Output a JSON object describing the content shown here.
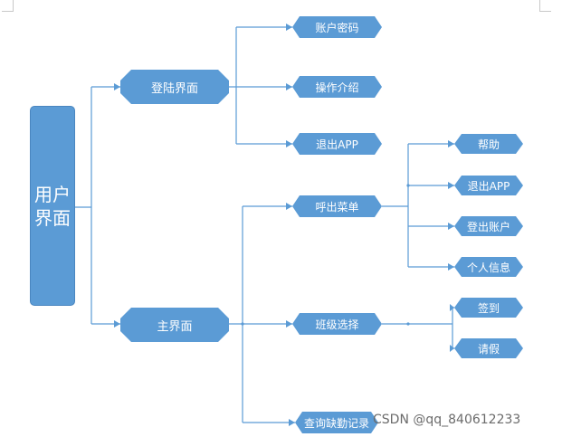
{
  "diagram": {
    "root": "用户界面",
    "login_screen": {
      "label": "登陆界面",
      "children": [
        "账户密码",
        "操作介绍",
        "退出APP"
      ]
    },
    "main_screen": {
      "label": "主界面",
      "menu": {
        "label": "呼出菜单",
        "children": [
          "帮助",
          "退出APP",
          "登出账户",
          "个人信息"
        ]
      },
      "class_select": {
        "label": "班级选择",
        "children": [
          "签到",
          "请假"
        ]
      },
      "absence_query": "查询缺勤记录"
    },
    "colors": {
      "node_fill": "#5b9bd5",
      "line": "#5b9bd5",
      "text": "#ffffff"
    }
  },
  "watermark": "CSDN @qq_840612233"
}
